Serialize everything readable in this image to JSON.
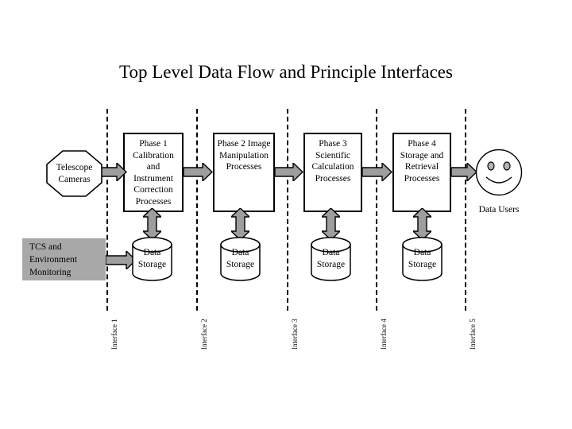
{
  "diagram": {
    "title": "Top Level Data Flow and Principle Interfaces",
    "background_color": "#ffffff",
    "stroke_color": "#000000",
    "fill_gray": "#a8a8a8"
  },
  "source": {
    "label": "Telescope\nCameras"
  },
  "monitoring": {
    "label": "TCS and\nEnvironment\nMonitoring"
  },
  "phases": [
    {
      "label": "Phase 1\nCalibration\nand\nInstrument\nCorrection\nProcesses"
    },
    {
      "label": "Phase 2 Image\nManipulation\nProcesses"
    },
    {
      "label": "Phase 3\nScientific\nCalculation\nProcesses"
    },
    {
      "label": "Phase 4\nStorage and\nRetrieval\nProcesses"
    }
  ],
  "storages": [
    {
      "label": "Data\nStorage"
    },
    {
      "label": "Data\nStorage"
    },
    {
      "label": "Data\nStorage"
    },
    {
      "label": "Data\nStorage"
    }
  ],
  "interfaces": [
    {
      "label": "Interface 1"
    },
    {
      "label": "Interface 2"
    },
    {
      "label": "Interface 3"
    },
    {
      "label": "Interface 4"
    },
    {
      "label": "Interface 5"
    }
  ],
  "consumer": {
    "label": "Data Users",
    "icon": "smiley-face"
  }
}
